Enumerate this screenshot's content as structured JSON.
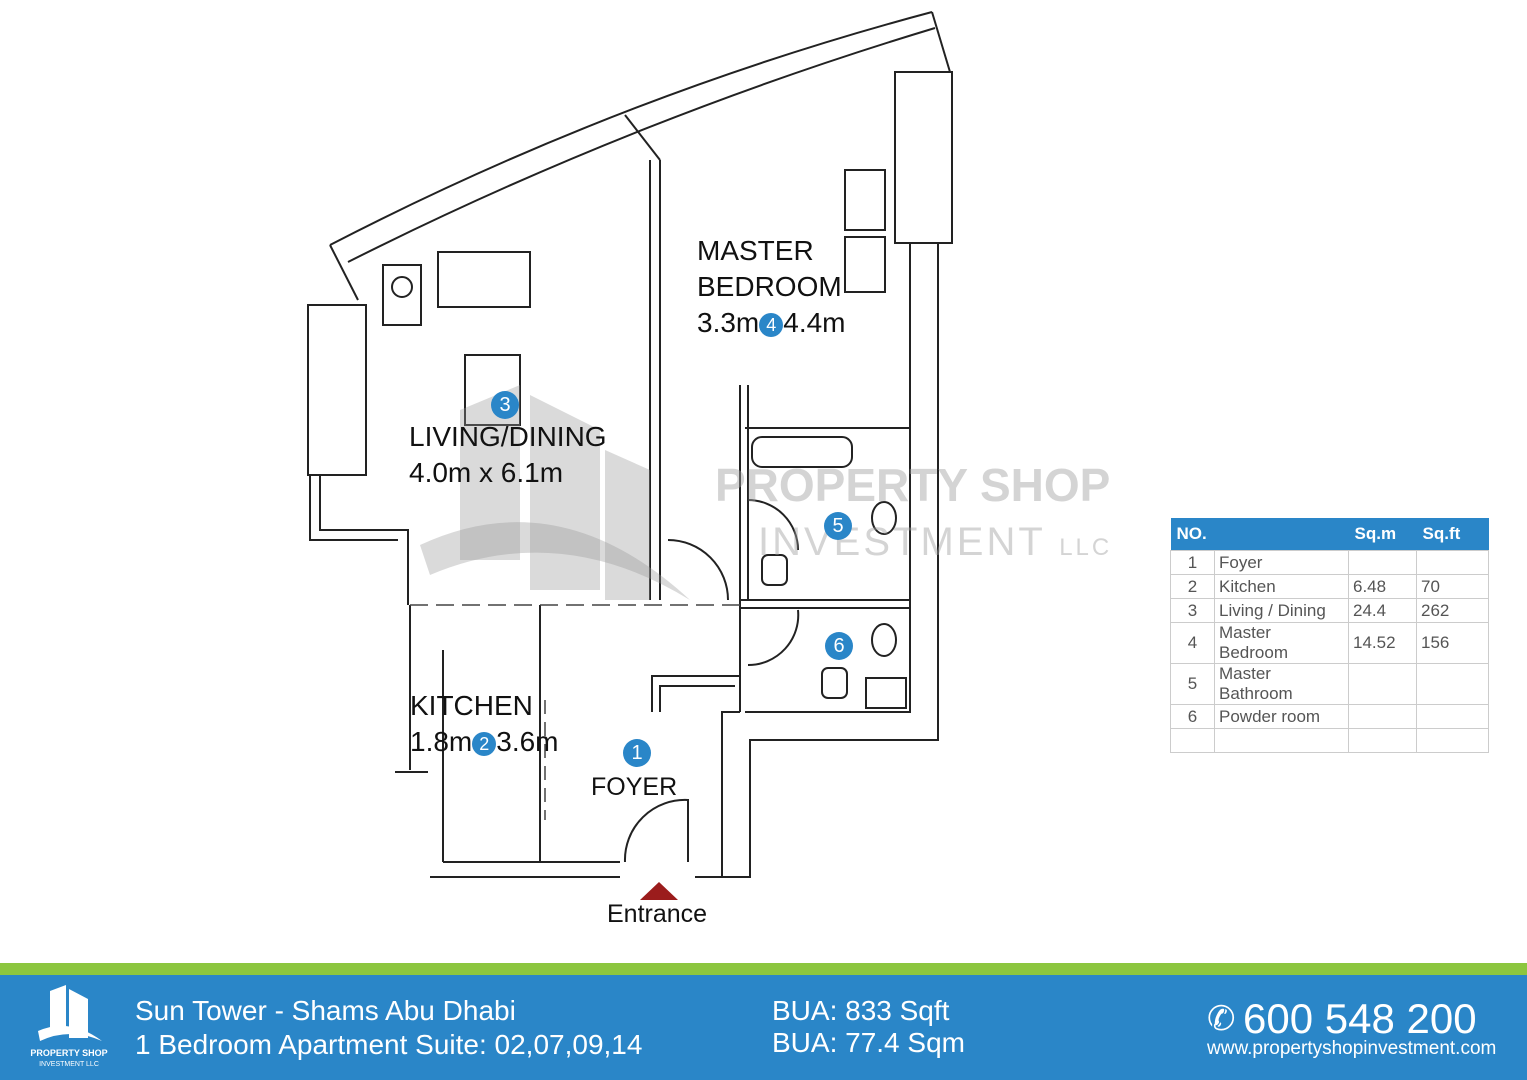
{
  "rooms": {
    "master_bedroom": {
      "name_line1": "MASTER",
      "name_line2": "BEDROOM",
      "dim_a": "3.3m",
      "num": "4",
      "dim_b": "4.4m"
    },
    "living": {
      "name": "LIVING/DINING",
      "dims": "4.0m x 6.1m",
      "num": "3"
    },
    "kitchen": {
      "name": "KITCHEN",
      "dim_a": "1.8m",
      "num": "2",
      "dim_b": "3.6m"
    },
    "foyer": {
      "name": "FOYER",
      "num": "1"
    },
    "master_bathroom": {
      "num": "5"
    },
    "powder_room": {
      "num": "6"
    }
  },
  "entrance_label": "Entrance",
  "watermark": {
    "line1": "PROPERTY SHOP",
    "line2": "INVESTMENT",
    "suffix": "LLC"
  },
  "area_table": {
    "headers": [
      "NO.",
      "",
      "Sq.m",
      "Sq.ft"
    ],
    "rows": [
      [
        "1",
        "Foyer",
        "",
        ""
      ],
      [
        "2",
        "Kitchen",
        "6.48",
        "70"
      ],
      [
        "3",
        "Living / Dining",
        "24.4",
        "262"
      ],
      [
        "4",
        "Master Bedroom",
        "14.52",
        "156"
      ],
      [
        "5",
        "Master Bathroom",
        "",
        ""
      ],
      [
        "6",
        "Powder room",
        "",
        ""
      ],
      [
        "",
        "",
        "",
        ""
      ]
    ]
  },
  "footer": {
    "logo_line1": "PROPERTY SHOP",
    "logo_line2": "INVESTMENT LLC",
    "title": "Sun Tower - Shams Abu Dhabi",
    "subtitle": "1 Bedroom Apartment Suite: 02,07,09,14",
    "bua_sqft": "BUA: 833 Sqft",
    "bua_sqm": "BUA: 77.4 Sqm",
    "phone": "600 548 200",
    "website": "www.propertyshopinvestment.com"
  },
  "colors": {
    "accent_blue": "#2a86c8",
    "accent_green": "#8cc63f",
    "entrance_marker": "#9b1c1c"
  }
}
